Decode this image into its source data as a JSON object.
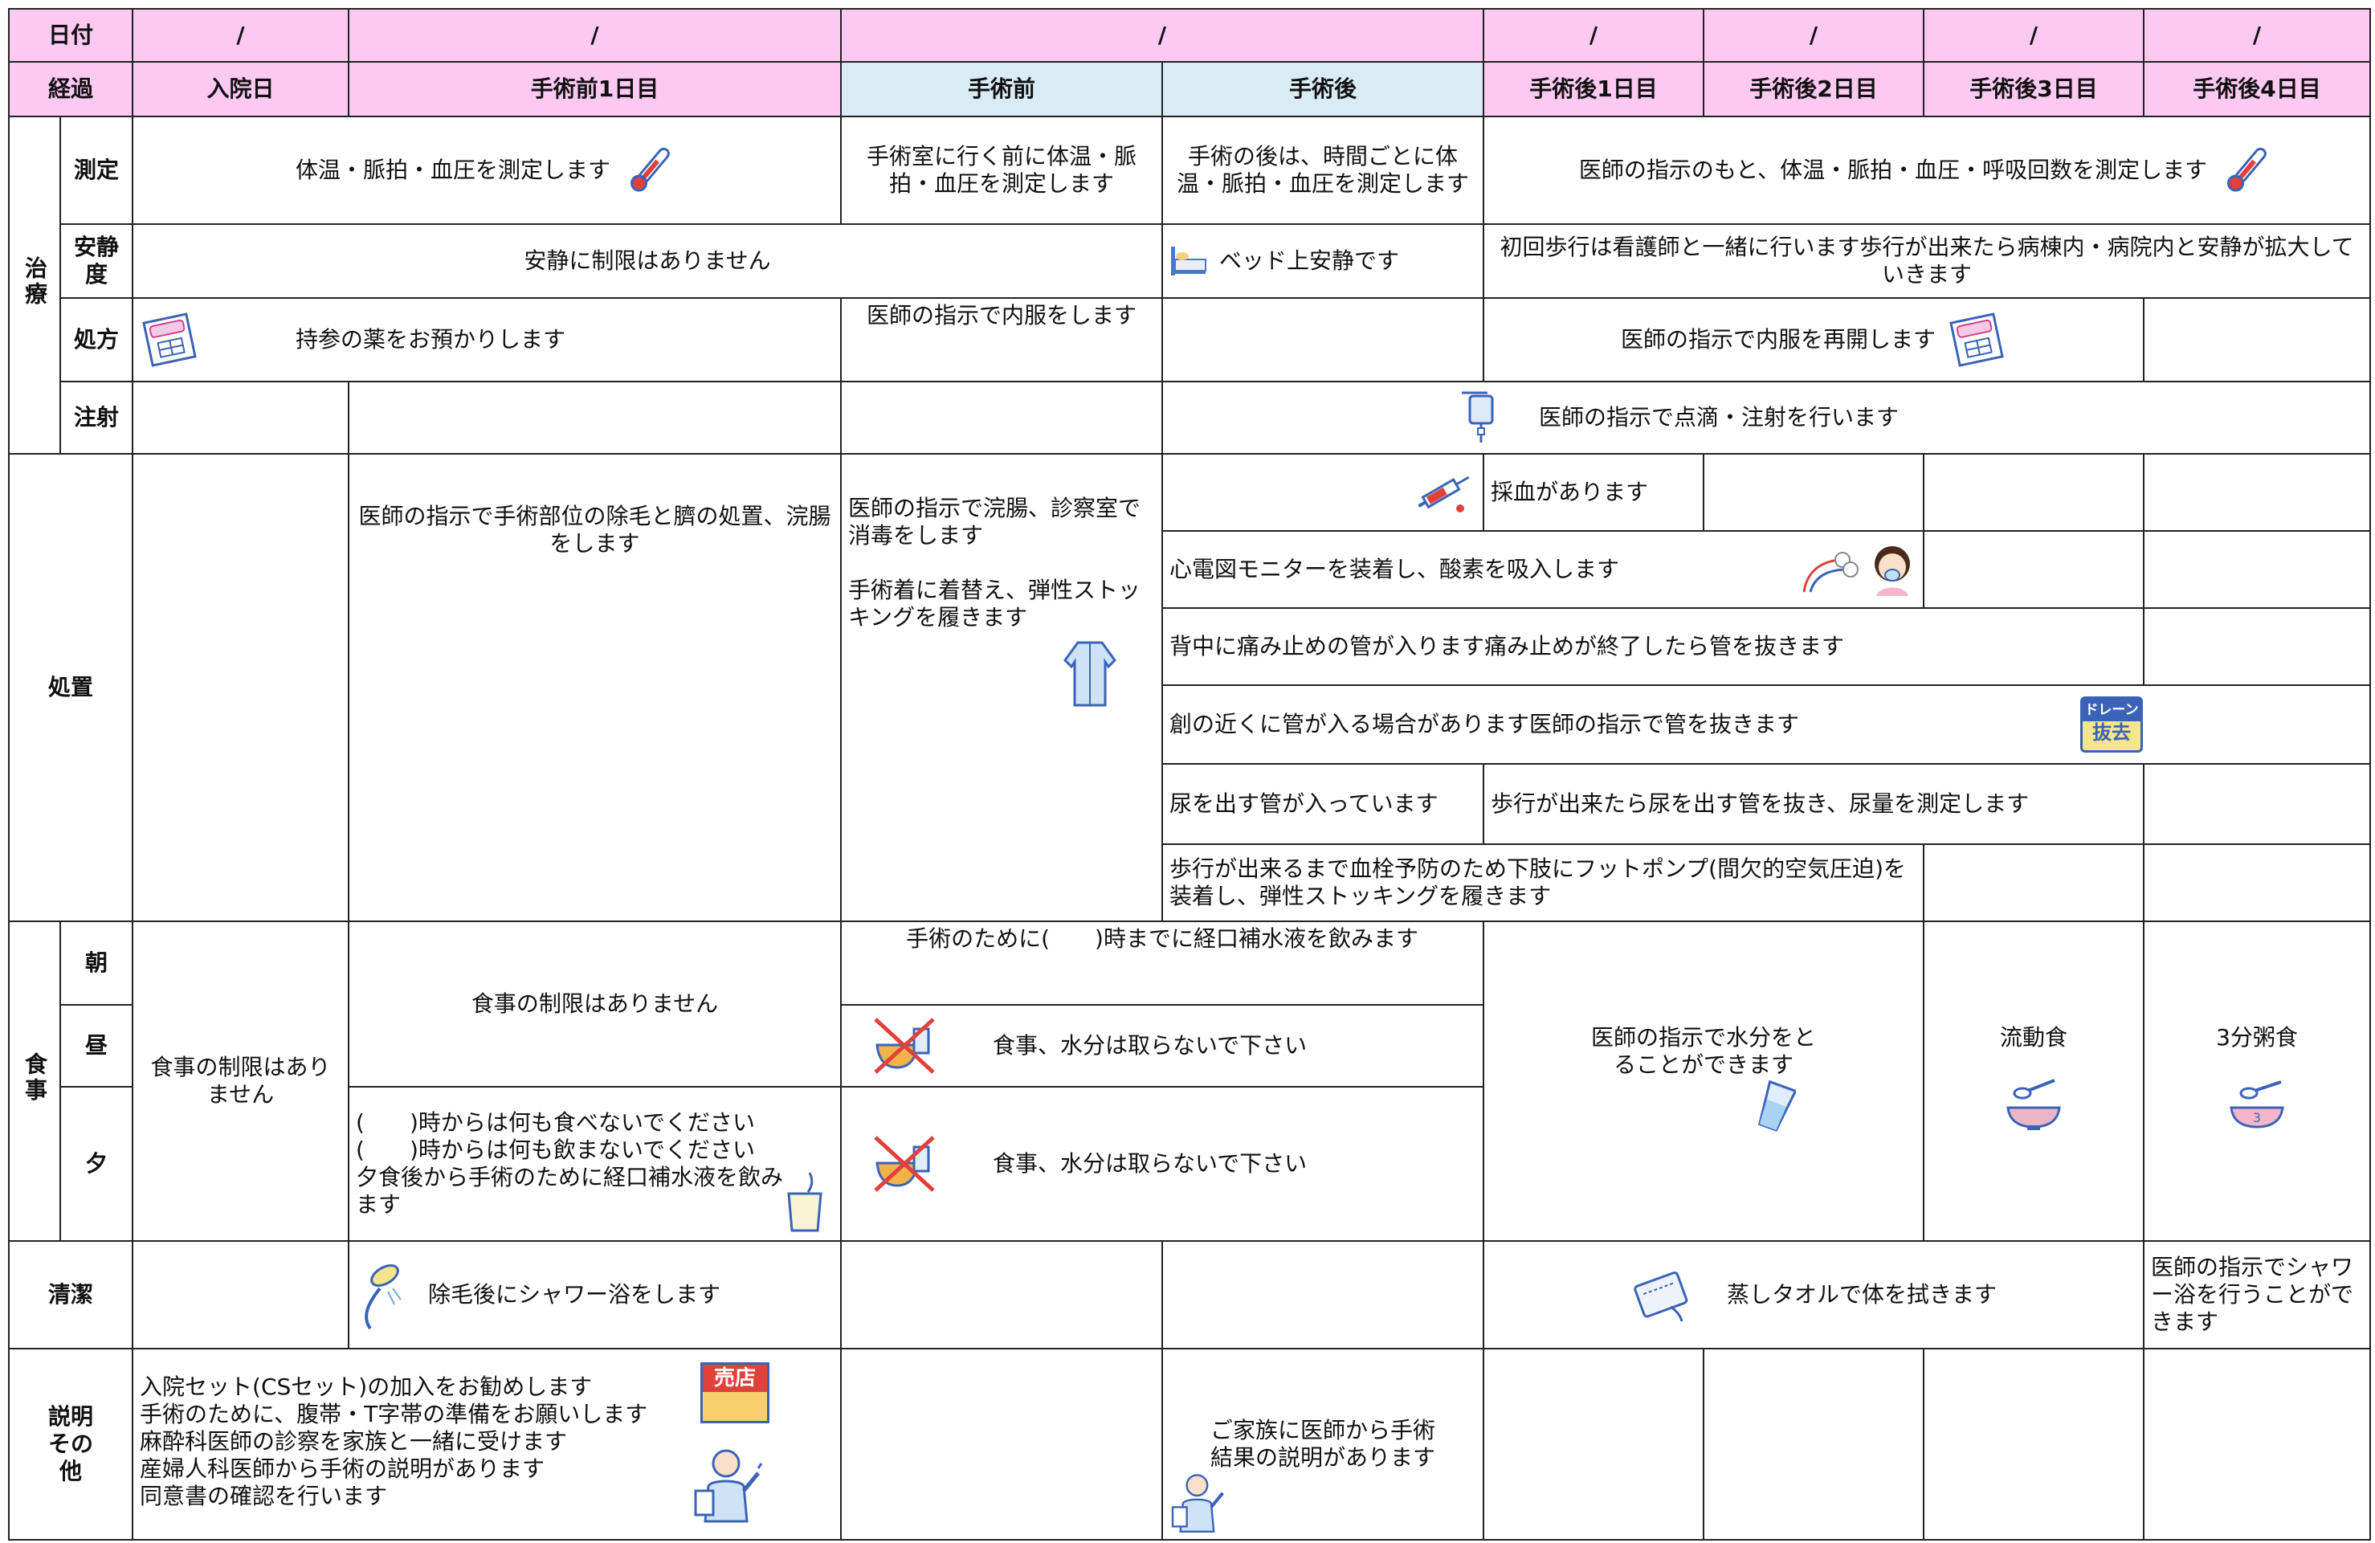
{
  "header": {
    "date_label": "日付",
    "date_marks": [
      "/",
      "/",
      "/",
      "/",
      "/",
      "/",
      "/"
    ],
    "progress_label": "経過",
    "columns": [
      "入院日",
      "手術前1日目",
      "手術前",
      "手術後",
      "手術後1日目",
      "手術後2日目",
      "手術後3日目",
      "手術後4日目"
    ]
  },
  "treatment": {
    "label": "治療",
    "measure": {
      "label": "測定",
      "admission": "体温・脈拍・血圧を測定します",
      "pre_op": "手術室に行く前に体温・脈拍・血圧を測定します",
      "post_op": "手術の後は、時間ごとに体温・脈拍・血圧を測定します",
      "post_days": "医師の指示のもと、体温・脈拍・血圧・呼吸回数を測定します"
    },
    "rest": {
      "label": "安静度",
      "pre": "安静に制限はありません",
      "post_op": "ベッド上安静です",
      "post_days": "初回歩行は看護師と一緒に行います歩行が出来たら病棟内・病院内と安静が拡大していきます"
    },
    "prescription": {
      "label": "処方",
      "admission": "持参の薬をお預かりします",
      "pre_op": "医師の指示で内服をします",
      "post_days": "医師の指示で内服を再開します"
    },
    "injection": {
      "label": "注射",
      "post": "医師の指示で点滴・注射を行います"
    }
  },
  "procedures": {
    "label": "処置",
    "pre_day1": "医師の指示で手術部位の除毛と臍の処置、浣腸をします",
    "pre_op_1": "医師の指示で浣腸、診察室で消毒をします",
    "pre_op_2": "手術着に着替え、弾性ストッキングを履きます",
    "blood": "採血があります",
    "ecg": "心電図モニターを装着し、酸素を吸入します",
    "epidural": "背中に痛み止めの管が入ります痛み止めが終了したら管を抜きます",
    "drain": "創の近くに管が入る場合があります医師の指示で管を抜きます",
    "drain_icon_text": [
      "ドレーン",
      "抜去"
    ],
    "urine": "尿を出す管が入っています",
    "urine_remove": "歩行が出来たら尿を出す管を抜き、尿量を測定します",
    "foot_pump": "歩行が出来るまで血栓予防のため下肢にフットポンプ(間欠的空気圧迫)を装着し、弾性ストッキングを履きます"
  },
  "meals": {
    "label": "食事",
    "breakfast": "朝",
    "lunch": "昼",
    "dinner": "夕",
    "admission": "食事の制限はありません",
    "pre_day1": "食事の制限はありません",
    "pre_day1_dinner": [
      "(　　)時からは何も食べないでください",
      "(　　)時からは何も飲まないでください",
      "夕食後から手術のために経口補水液を飲みます"
    ],
    "pre_op_breakfast": "手術のために(　　)時までに経口補水液を飲みます",
    "no_food": "食事、水分は取らないで下さい",
    "post_day1_2": "医師の指示で水分をとることができます",
    "post_day3": "流動食",
    "post_day4": "3分粥食"
  },
  "hygiene": {
    "label": "清潔",
    "pre_day1": "除毛後にシャワー浴をします",
    "post_days": "蒸しタオルで体を拭きます",
    "post_day4": "医師の指示でシャワー浴を行うことができます"
  },
  "explanation": {
    "label": "説明その他",
    "admission": [
      "入院セット(CSセット)の加入をお勧めします",
      "手術のために、腹帯・T字帯の準備をお願いします",
      "麻酔科医師の診察を家族と一緒に受けます",
      "産婦人科医師から手術の説明があります",
      "同意書の確認を行います"
    ],
    "store_sign": "売店",
    "post_op": "ご家族に医師から手術結果の説明があります"
  }
}
